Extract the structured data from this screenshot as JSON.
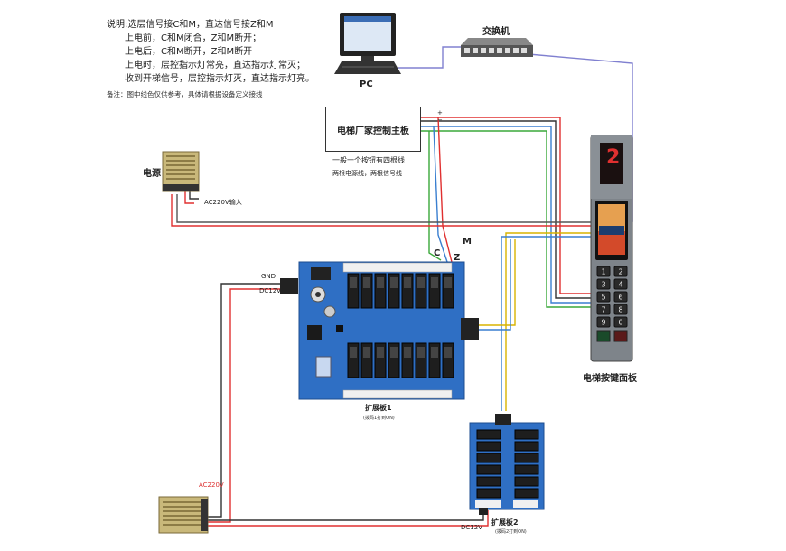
{
  "notes": {
    "title": "说明:选层信号接C和M，直达信号接Z和M",
    "lines": [
      "上电前，C和M闭合，Z和M断开；",
      "上电后，C和M断开，Z和M断开",
      "上电时，层控指示灯常亮，直达指示灯常灭；",
      "收到开梯信号，层控指示灯灭，直达指示灯亮。"
    ],
    "remark": "备注：图中线色仅供参考，具体请根据设备定义接线"
  },
  "labels": {
    "pc": "PC",
    "switch": "交换机",
    "controller": "电梯厂家控制主板",
    "one_button": "一般一个按钮有四根线",
    "wires_desc": "两根电源线，两根信号线",
    "power_top": "电源",
    "ac_input": "AC220V输入",
    "gnd": "GND",
    "dc12v_1": "DC12V",
    "c": "C",
    "m": "M",
    "z": "Z",
    "panel": "电梯按键面板",
    "board1": "扩展板1",
    "board1_sub": "(拨码1打到ON)",
    "board2": "扩展板2",
    "board2_sub": "(拨码2打到ON)",
    "dc12v_2": "DC12V",
    "ac220v": "AC220V",
    "floor_digit": "2",
    "plus": "+",
    "minus": "−"
  },
  "keypad": [
    "1",
    "2",
    "3",
    "4",
    "5",
    "6",
    "7",
    "8",
    "9",
    "0"
  ],
  "colors": {
    "red": "#e03030",
    "blue": "#3a7fd0",
    "green": "#3aa83a",
    "yellow": "#d8b400",
    "purple": "#7070cc",
    "black": "#222222",
    "board": "#2f6fc4"
  }
}
